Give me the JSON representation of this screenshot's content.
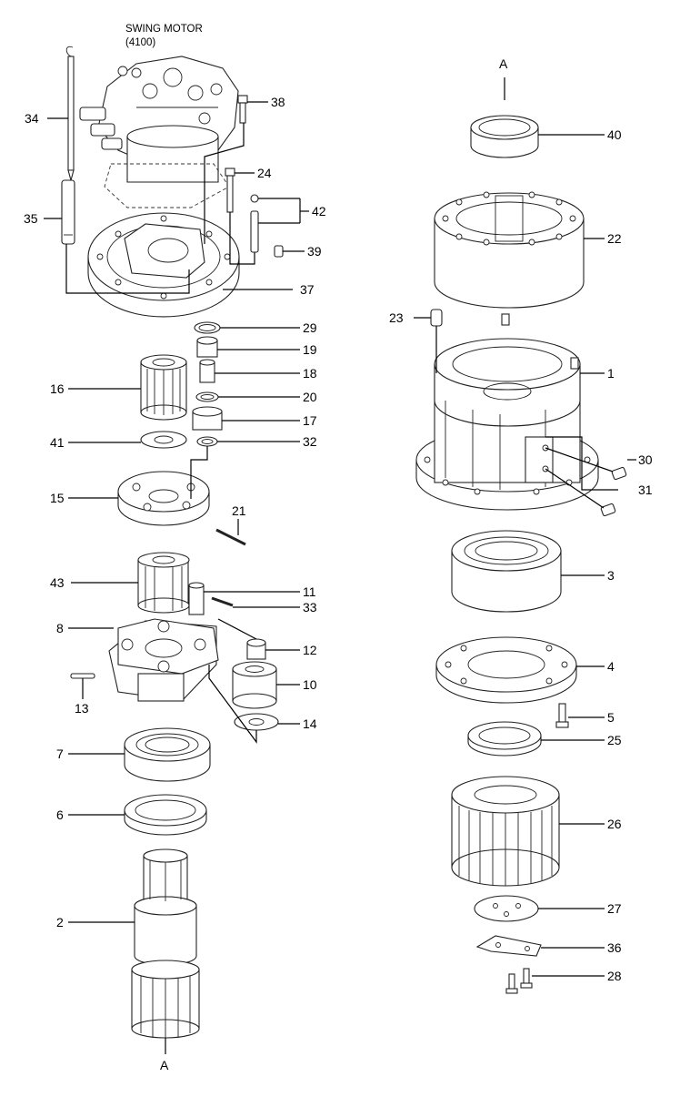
{
  "title": {
    "line1": "SWING MOTOR",
    "line2": "(4100)"
  },
  "marker_label": "A",
  "labels": {
    "p1": "1",
    "p2": "2",
    "p3": "3",
    "p4": "4",
    "p5": "5",
    "p6": "6",
    "p7": "7",
    "p8": "8",
    "p10": "10",
    "p11": "11",
    "p12": "12",
    "p13": "13",
    "p14": "14",
    "p15": "15",
    "p16": "16",
    "p17": "17",
    "p18": "18",
    "p19": "19",
    "p20": "20",
    "p21": "21",
    "p22": "22",
    "p23": "23",
    "p24": "24",
    "p25": "25",
    "p26": "26",
    "p27": "27",
    "p28": "28",
    "p29": "29",
    "p30": "30",
    "p31": "31",
    "p32": "32",
    "p33": "33",
    "p34": "34",
    "p35": "35",
    "p36": "36",
    "p37": "37",
    "p38": "38",
    "p39": "39",
    "p40": "40",
    "p41": "41",
    "p42": "42",
    "p43": "43"
  }
}
